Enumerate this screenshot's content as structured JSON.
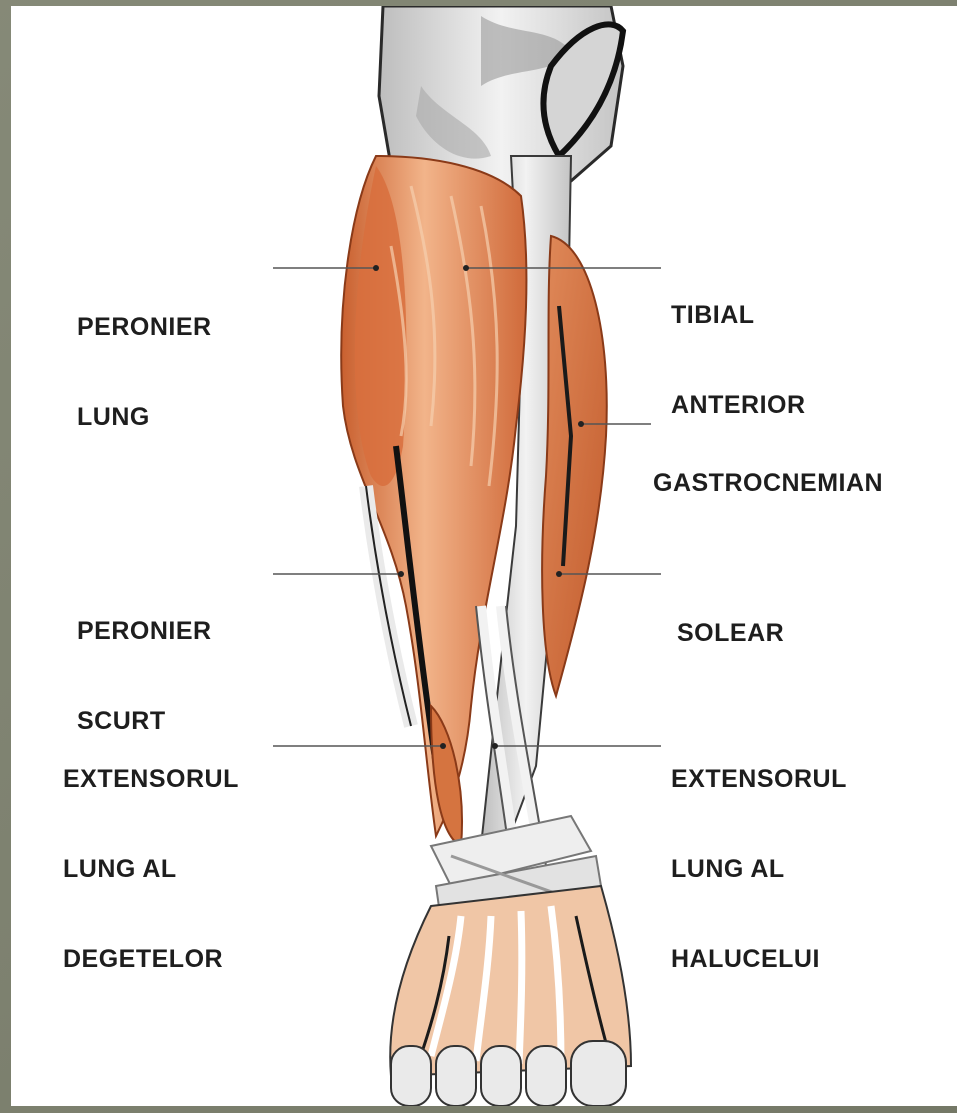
{
  "labels": {
    "peronier_lung": {
      "line1": "PERONIER",
      "line2": "LUNG"
    },
    "tibial_anterior": {
      "line1": "TIBIAL",
      "line2": "ANTERIOR"
    },
    "gastrocnemian": {
      "line1": "GASTROCNEMIAN"
    },
    "peronier_scurt": {
      "line1": "PERONIER",
      "line2": "SCURT"
    },
    "solear": {
      "line1": "SOLEAR"
    },
    "extensorul_degetelor": {
      "line1": "EXTENSORUL",
      "line2": "LUNG AL",
      "line3": "DEGETELOR"
    },
    "extensorul_halucelui": {
      "line1": "EXTENSORUL",
      "line2": "LUNG AL",
      "line3": "HALUCELUI"
    }
  },
  "colors": {
    "muscle": "#d9794a",
    "muscle_light": "#f0b98f",
    "muscle_dark": "#b9552c",
    "bone": "#e6e6e6",
    "bone_shadow": "#b8b8b8",
    "outline": "#1a1a1a",
    "frame": "#7e826f"
  }
}
